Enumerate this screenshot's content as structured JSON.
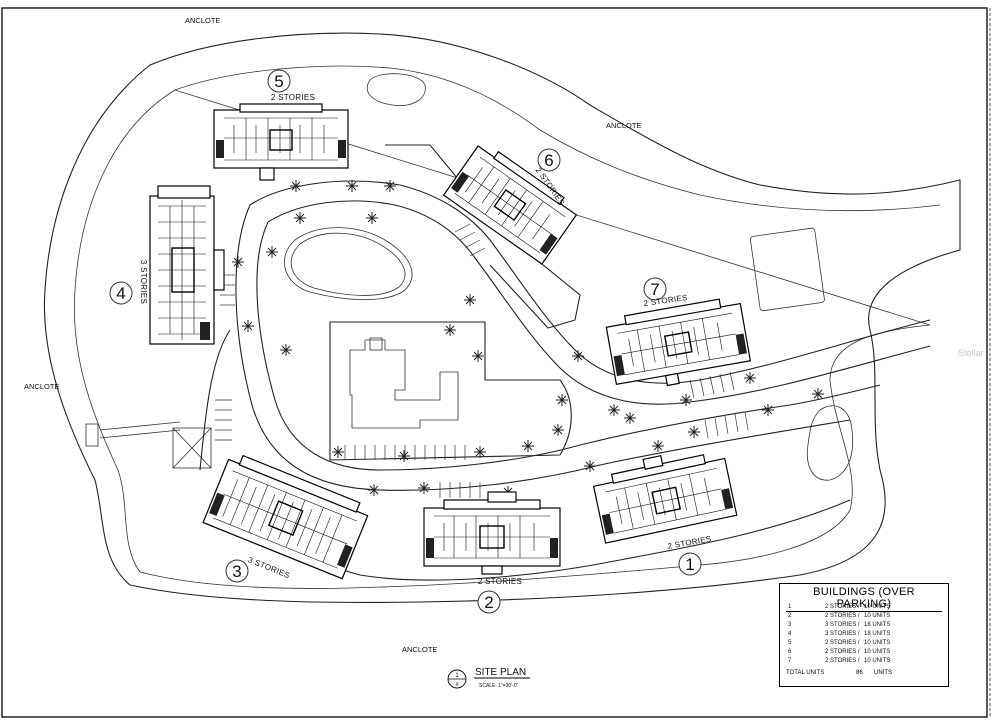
{
  "labels": {
    "anclote": [
      "ANCLOTE",
      "ANCLOTE",
      "ANCLOTE",
      "ANCLOTE"
    ]
  },
  "buildings": [
    {
      "number": "1",
      "stories": "2 STORIES"
    },
    {
      "number": "2",
      "stories": "2 STORIES"
    },
    {
      "number": "3",
      "stories": "3 STORIES"
    },
    {
      "number": "4",
      "stories": "3 STORIES"
    },
    {
      "number": "5",
      "stories": "2 STORIES"
    },
    {
      "number": "6",
      "stories": "2 STORIES"
    },
    {
      "number": "7",
      "stories": "2 STORIES"
    }
  ],
  "title_block": {
    "title": "SITE PLAN",
    "scale": "SCALE: 1\"=30'-0\"",
    "sheet_top": "1",
    "sheet_bottom": "#"
  },
  "legend": {
    "title": "BUILDINGS (OVER PARKING)",
    "rows": [
      {
        "num": "1",
        "stories": "2 STORIES /",
        "units": "10 UNITS"
      },
      {
        "num": "2",
        "stories": "2 STORIES /",
        "units": "10 UNITS"
      },
      {
        "num": "3",
        "stories": "3 STORIES /",
        "units": "18 UNITS"
      },
      {
        "num": "4",
        "stories": "3 STORIES /",
        "units": "18 UNITS"
      },
      {
        "num": "5",
        "stories": "2 STORIES /",
        "units": "10 UNITS"
      },
      {
        "num": "6",
        "stories": "2 STORIES /",
        "units": "10 UNITS"
      },
      {
        "num": "7",
        "stories": "2 STORIES /",
        "units": "10 UNITS"
      }
    ],
    "total_label": "TOTAL UNITS",
    "total_value": "86",
    "total_unit": "UNITS"
  },
  "watermark": "Stellar"
}
